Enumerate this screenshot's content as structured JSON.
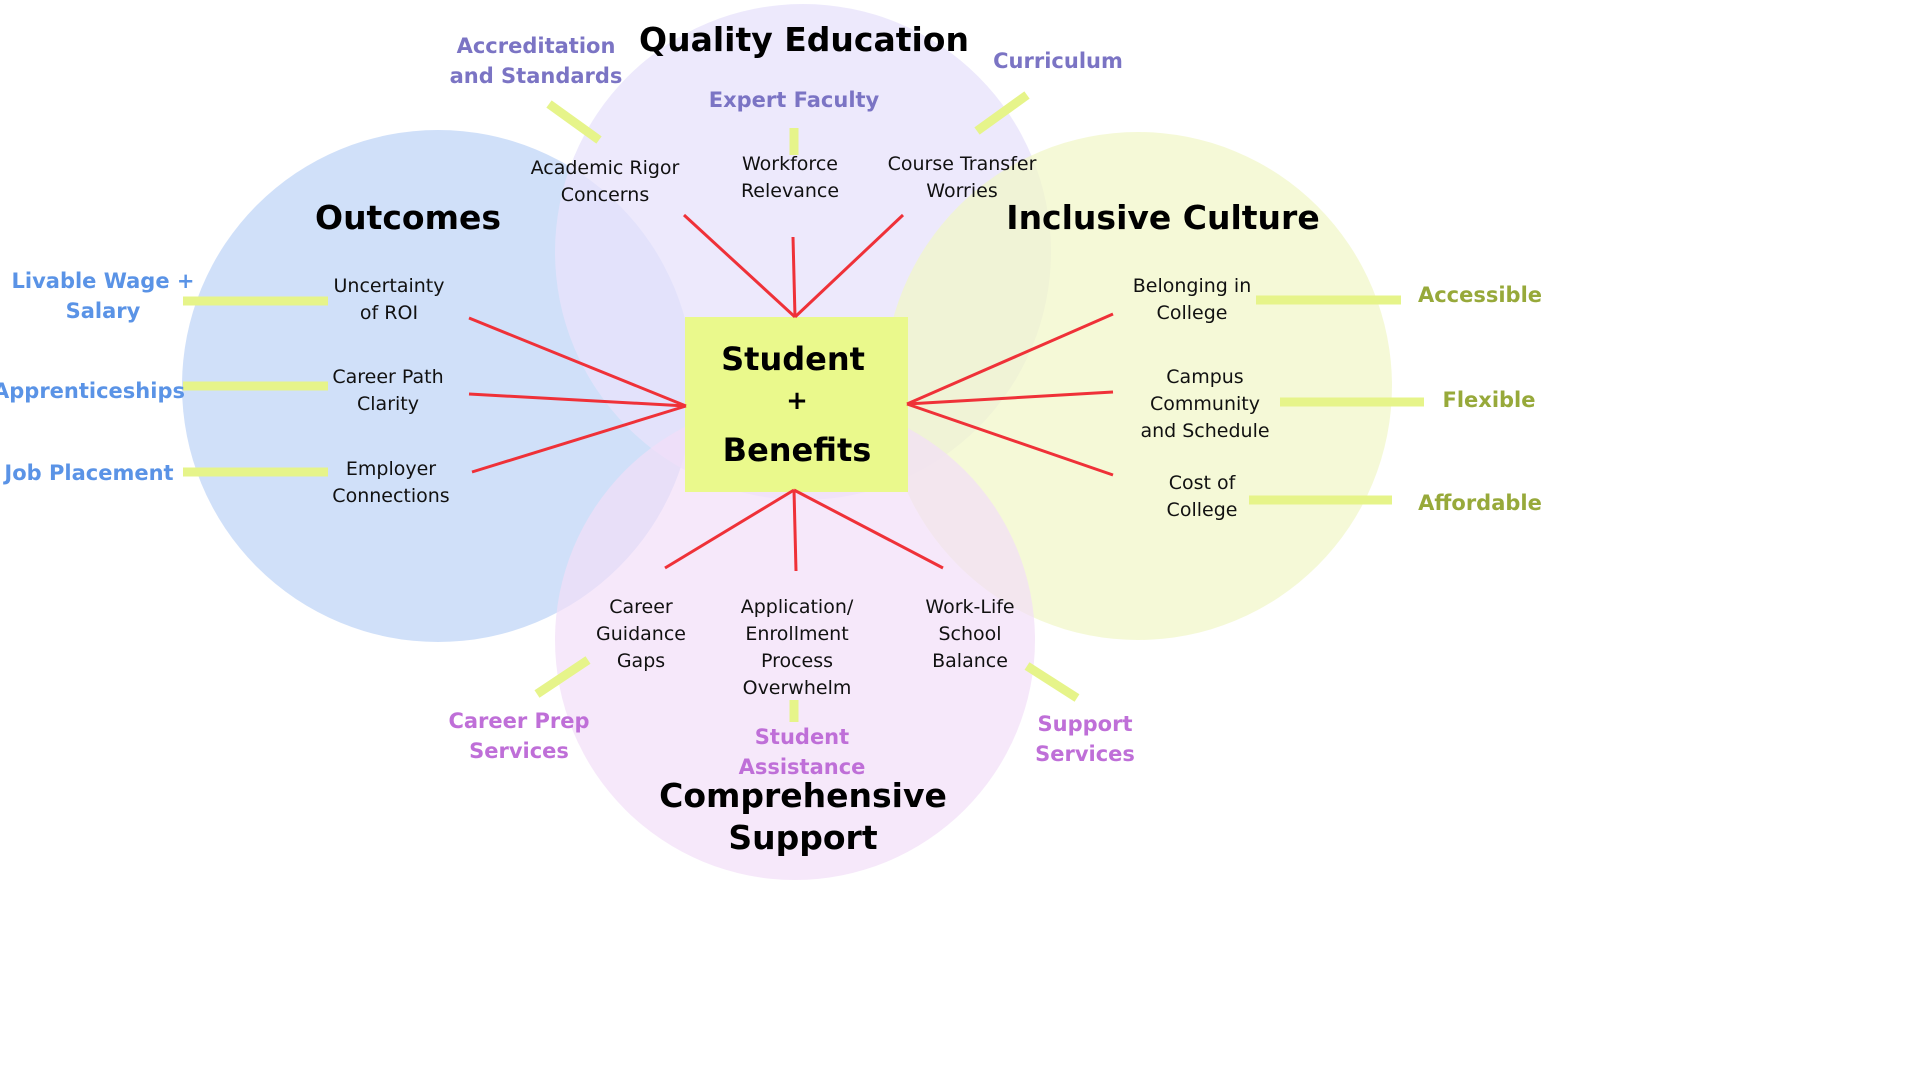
{
  "colors": {
    "circle_outcomes": "#c8dbf8",
    "circle_quality": "#e8e3fb",
    "circle_inclusive": "#f1f7c8",
    "circle_support": "#f2def8",
    "center_box": "#eaf98c",
    "spoke": "#ef3138",
    "connector": "#e6f48a",
    "label_blue": "#5a93e6",
    "label_purple": "#7b74c4",
    "label_green": "#97a93a",
    "label_pink": "#bf6fd8"
  },
  "center": {
    "line1": "Student",
    "line2": "+",
    "line3": "Benefits"
  },
  "titles": {
    "quality_education": "Quality Education",
    "outcomes": "Outcomes",
    "inclusive_culture": "Inclusive Culture",
    "comprehensive_support_line1": "Comprehensive",
    "comprehensive_support_line2": "Support"
  },
  "quality_education": {
    "issues": [
      {
        "line1": "Academic Rigor",
        "line2": "Concerns"
      },
      {
        "line1": "Workforce",
        "line2": "Relevance"
      },
      {
        "line1": "Course Transfer",
        "line2": "Worries"
      }
    ],
    "solutions": [
      {
        "line1": "Accreditation",
        "line2": "and Standards"
      },
      {
        "line1": "Expert Faculty"
      },
      {
        "line1": "Curriculum"
      }
    ]
  },
  "outcomes": {
    "issues": [
      {
        "line1": "Uncertainty",
        "line2": "of ROI"
      },
      {
        "line1": "Career Path",
        "line2": "Clarity"
      },
      {
        "line1": "Employer",
        "line2": "Connections"
      }
    ],
    "solutions": [
      {
        "line1": "Livable Wage +",
        "line2": "Salary"
      },
      {
        "line1": "Apprenticeships"
      },
      {
        "line1": "Job Placement"
      }
    ]
  },
  "inclusive_culture": {
    "issues": [
      {
        "line1": "Belonging in",
        "line2": "College"
      },
      {
        "line1": "Campus",
        "line2": "Community",
        "line3": "and Schedule"
      },
      {
        "line1": "Cost of",
        "line2": "College"
      }
    ],
    "solutions": [
      {
        "line1": "Accessible"
      },
      {
        "line1": "Flexible"
      },
      {
        "line1": "Affordable"
      }
    ]
  },
  "comprehensive_support": {
    "issues": [
      {
        "line1": "Career",
        "line2": "Guidance",
        "line3": "Gaps"
      },
      {
        "line1": "Application/",
        "line2": "Enrollment",
        "line3": "Process",
        "line4": "Overwhelm"
      },
      {
        "line1": "Work-Life",
        "line2": "School",
        "line3": "Balance"
      }
    ],
    "solutions": [
      {
        "line1": "Career Prep",
        "line2": "Services"
      },
      {
        "line1": "Student",
        "line2": "Assistance"
      },
      {
        "line1": "Support",
        "line2": "Services"
      }
    ]
  }
}
